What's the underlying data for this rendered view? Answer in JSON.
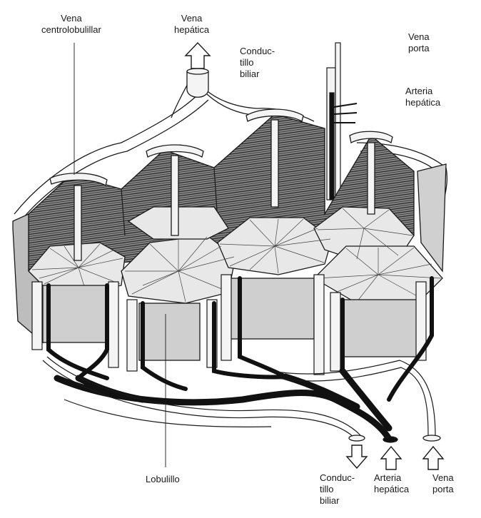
{
  "labels": {
    "vena_centrolobulillar": [
      "Vena",
      "centrolobulillar"
    ],
    "vena_hepatica_top": [
      "Vena",
      "hepática"
    ],
    "conductillo_biliar_top": [
      "Conduc-",
      "tillo",
      "biliar"
    ],
    "vena_porta_top": [
      "Vena",
      "porta"
    ],
    "arteria_hepatica_top": [
      "Arteria",
      "hepática"
    ],
    "lobulillo": "Lobulillo",
    "conductillo_biliar_bottom": [
      "Conduc-",
      "tillo",
      "biliar"
    ],
    "arteria_hepatica_bottom": [
      "Arteria",
      "hepática"
    ],
    "vena_porta_bottom": [
      "Vena",
      "porta"
    ]
  },
  "colors": {
    "line": "#1a1a1a",
    "vessel_white": "#f4f4f4",
    "artery_black": "#111111",
    "shade_panel": "#bdbdbd",
    "hatch": "#555555"
  }
}
